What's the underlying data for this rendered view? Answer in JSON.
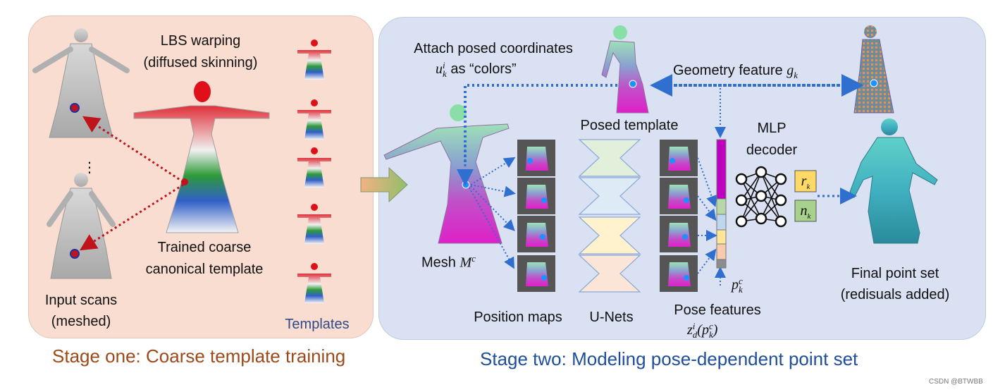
{
  "stage_one": {
    "lbs_line1": "LBS warping",
    "lbs_line2": "(diffused skinning)",
    "ellipsis": "⋮",
    "template_line1": "Trained coarse",
    "template_line2": "canonical template",
    "input_line1": "Input scans",
    "input_line2": "(meshed)",
    "templates": "Templates",
    "caption": "Stage one: Coarse template training",
    "caption_color": "#9b4a1a"
  },
  "stage_two": {
    "attach_line1": "Attach posed coordinates",
    "attach_sym": "u",
    "attach_sub": "k",
    "attach_sup": "i",
    "attach_rest": " as “colors”",
    "geometry_text": "Geometry feature ",
    "geometry_sym": "g",
    "geometry_sub": "k",
    "posed_template": "Posed template",
    "mlp_line1": "MLP",
    "mlp_line2": "decoder",
    "mesh_text": "Mesh ",
    "mesh_sym": "M",
    "mesh_sup": "c",
    "position_maps": "Position maps",
    "unets": "U-Nets",
    "pose_features": "Pose features",
    "pose_sym": "z",
    "pose_sub": "d",
    "pose_sup": "i",
    "pose_arg": "(p",
    "pose_arg_sub": "k",
    "pose_arg_sup": "c",
    "pose_close": ")",
    "p_sym": "p",
    "p_sub": "k",
    "p_sup": "c",
    "r_sym": "r",
    "r_sub": "k",
    "n_sym": "n",
    "n_sub": "k",
    "final_line1": "Final point set",
    "final_line2": "(redisuals added)",
    "caption": "Stage two: Modeling pose-dependent point set",
    "caption_color": "#1f4e9a"
  },
  "watermark": "CSDN @BTWBB",
  "colors": {
    "panel_one": "#f8ddd0",
    "panel_two": "#d9e1f2",
    "dotted_red": "#c0141c",
    "dotted_blue": "#2e6fd0",
    "r_box": "#ffd966",
    "n_box": "#a9d18e"
  }
}
